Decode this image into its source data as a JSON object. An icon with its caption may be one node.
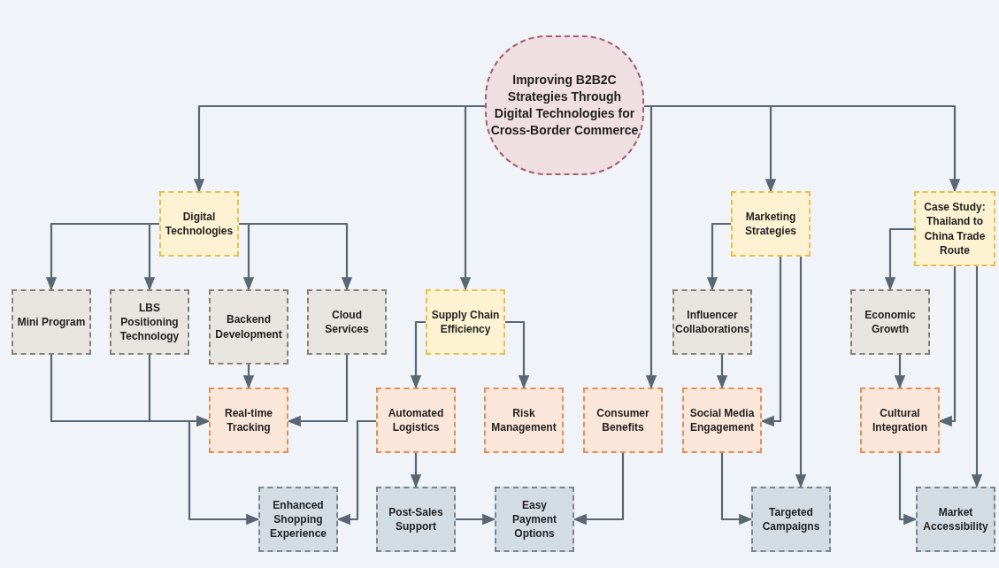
{
  "diagram": {
    "nodes": [
      {
        "text": [
          "Improving B2B2C Strategies Through Digital Technologies for Cross-Border Commerce"
        ]
      },
      {
        "text": [
          "Digital Technologies"
        ]
      },
      {
        "text": [
          "Mini Program"
        ]
      },
      {
        "text": [
          "LBS Positioning Technology"
        ]
      },
      {
        "text": [
          "Backend Development"
        ]
      },
      {
        "text": [
          "Cloud Services"
        ]
      },
      {
        "text": [
          "Real-time Tracking"
        ]
      },
      {
        "text": [
          "Supply Chain Efficiency"
        ]
      },
      {
        "text": [
          "Automated Logistics"
        ]
      },
      {
        "text": [
          "Risk Management"
        ]
      },
      {
        "text": [
          "Consumer Benefits"
        ]
      },
      {
        "text": [
          "Enhanced Shopping Experience"
        ]
      },
      {
        "text": [
          "Post-Sales Support"
        ]
      },
      {
        "text": [
          "Easy Payment Options"
        ]
      },
      {
        "text": [
          "Marketing Strategies"
        ]
      },
      {
        "text": [
          "Influencer Collaborations"
        ]
      },
      {
        "text": [
          "Social Media Engagement"
        ]
      },
      {
        "text": [
          "Targeted Campaigns"
        ]
      },
      {
        "text": [
          "Case Study: Thailand to China Trade Route"
        ]
      },
      {
        "text": [
          "Economic Growth"
        ]
      },
      {
        "text": [
          "Cultural Integration"
        ]
      },
      {
        "text": [
          "Market Accessibility"
        ]
      }
    ],
    "edges": [
      {
        "from": 0,
        "to": 1,
        "arrow": "to"
      },
      {
        "from": 0,
        "to": 7,
        "arrow": "to"
      },
      {
        "from": 0,
        "to": 10,
        "arrow": "to"
      },
      {
        "from": 0,
        "to": 14,
        "arrow": "to"
      },
      {
        "from": 0,
        "to": 18,
        "arrow": "to"
      },
      {
        "from": 1,
        "to": 2,
        "arrow": "to"
      },
      {
        "from": 1,
        "to": 3,
        "arrow": "to"
      },
      {
        "from": 1,
        "to": 4,
        "arrow": "to"
      },
      {
        "from": 1,
        "to": 5,
        "arrow": "to"
      },
      {
        "from": 2,
        "to": 6,
        "arrow": "to"
      },
      {
        "from": 3,
        "to": 6,
        "arrow": "to"
      },
      {
        "from": 4,
        "to": 6,
        "arrow": "to"
      },
      {
        "from": 5,
        "to": 6,
        "arrow": "to"
      },
      {
        "from": 6,
        "to": 11,
        "arrow": "to"
      },
      {
        "from": 7,
        "to": 8,
        "arrow": "to"
      },
      {
        "from": 7,
        "to": 9,
        "arrow": "to"
      },
      {
        "from": 8,
        "to": 11,
        "arrow": "to"
      },
      {
        "from": 8,
        "to": 12,
        "arrow": "to"
      },
      {
        "from": 12,
        "to": 13,
        "arrow": "to"
      },
      {
        "from": 10,
        "to": 13,
        "arrow": "to"
      },
      {
        "from": 14,
        "to": 15,
        "arrow": "to"
      },
      {
        "from": 14,
        "to": 16,
        "arrow": "to"
      },
      {
        "from": 14,
        "to": 17,
        "arrow": "to"
      },
      {
        "from": 15,
        "to": 16,
        "arrow": "to"
      },
      {
        "from": 16,
        "to": 17,
        "arrow": "to"
      },
      {
        "from": 18,
        "to": 19,
        "arrow": "to"
      },
      {
        "from": 18,
        "to": 20,
        "arrow": "to"
      },
      {
        "from": 18,
        "to": 21,
        "arrow": "to"
      },
      {
        "from": 19,
        "to": 20,
        "arrow": "to"
      },
      {
        "from": 20,
        "to": 21,
        "arrow": "to"
      }
    ]
  }
}
